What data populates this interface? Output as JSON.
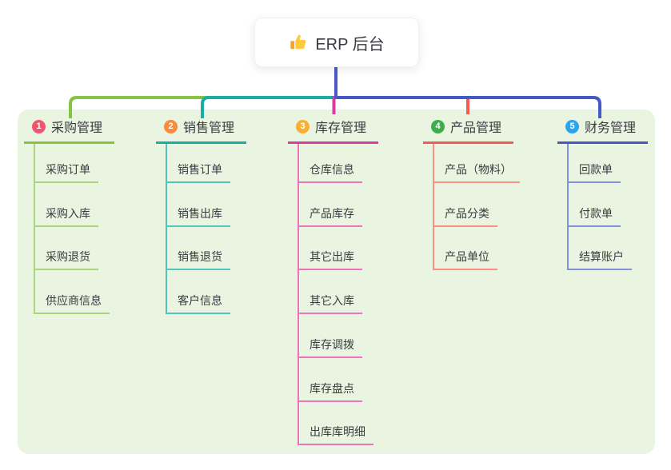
{
  "root": {
    "title": "ERP 后台",
    "icon": "thumbs-up"
  },
  "branches": [
    {
      "number": "1",
      "label": "采购管理",
      "children": [
        "采购订单",
        "采购入库",
        "采购退货",
        "供应商信息"
      ],
      "colors": {
        "badge": "#F2566E",
        "line": "#85C340",
        "light_line": "#A9D67C"
      }
    },
    {
      "number": "2",
      "label": "销售管理",
      "children": [
        "销售订单",
        "销售出库",
        "销售退货",
        "客户信息"
      ],
      "colors": {
        "badge": "#F78B3E",
        "line": "#16AEA5",
        "light_line": "#52C4BA"
      }
    },
    {
      "number": "3",
      "label": "库存管理",
      "children": [
        "仓库信息",
        "产品库存",
        "其它出库",
        "其它入库",
        "库存调拨",
        "库存盘点",
        "出库库明细"
      ],
      "colors": {
        "badge": "#FBAE31",
        "line": "#D93D9E",
        "light_line": "#EE74B9"
      }
    },
    {
      "number": "4",
      "label": "产品管理",
      "children": [
        "产品（物料）",
        "产品分类",
        "产品单位"
      ],
      "colors": {
        "badge": "#3EAD4B",
        "line": "#F75B50",
        "light_line": "#FB8F84"
      }
    },
    {
      "number": "5",
      "label": "财务管理",
      "children": [
        "回款单",
        "付款单",
        "结算账户"
      ],
      "colors": {
        "badge": "#2BA4EE",
        "line": "#4459C6",
        "light_line": "#8092DB"
      }
    }
  ],
  "canvas": {
    "background": "#FFFFFF",
    "panel_background": "#E9F5E1",
    "root_line_color": "#4C5AC8",
    "text_color": "#3B3B40"
  }
}
